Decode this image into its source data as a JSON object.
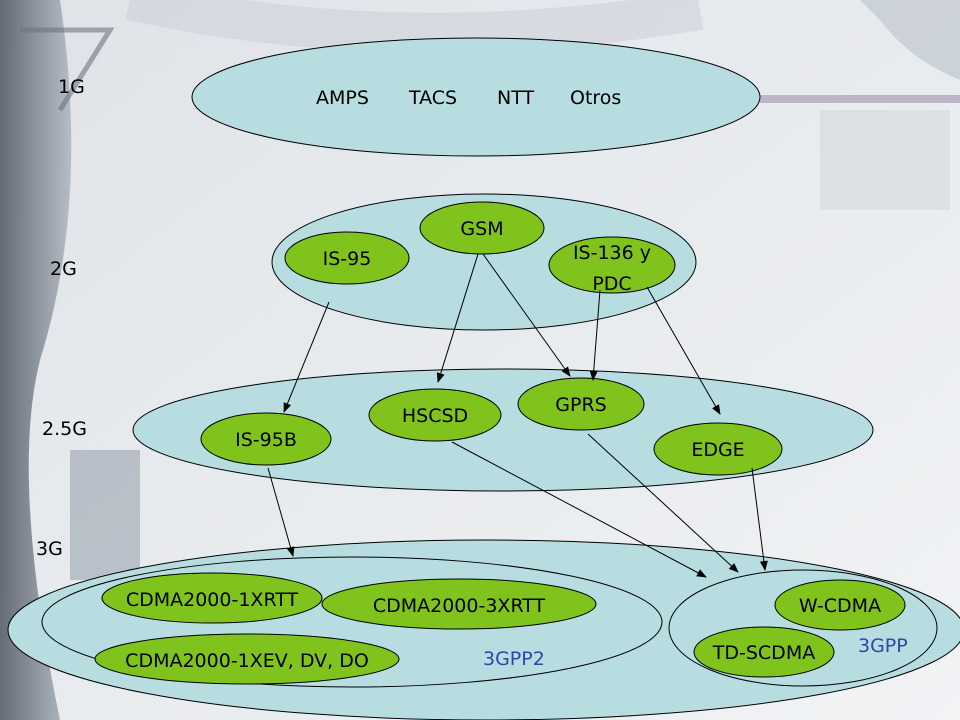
{
  "generations": {
    "g1": "1G",
    "g2": "2G",
    "g25": "2.5G",
    "g3": "3G"
  },
  "layer_1g": {
    "standards": [
      "AMPS",
      "TACS",
      "NTT",
      "Otros"
    ]
  },
  "layer_2g": {
    "gsm": "GSM",
    "is95": "IS-95",
    "is136_line1": "IS-136 y",
    "is136_line2": "PDC"
  },
  "layer_25g": {
    "hscsd": "HSCSD",
    "gprs": "GPRS",
    "is95b": "IS-95B",
    "edge": "EDGE"
  },
  "layer_3g": {
    "cdma_1xrtt": "CDMA2000-1XRTT",
    "cdma_3xrtt": "CDMA2000-3XRTT",
    "cdma_1xev": "CDMA2000-1XEV, DV, DO",
    "wcdma": "W-CDMA",
    "tdscdma": "TD-SCDMA",
    "group_3gpp2": "3GPP2",
    "group_3gpp": "3GPP"
  },
  "colors": {
    "layer_fill": "#b7dde1",
    "node_fill": "#7fc31c",
    "group_text": "#3344aa"
  }
}
